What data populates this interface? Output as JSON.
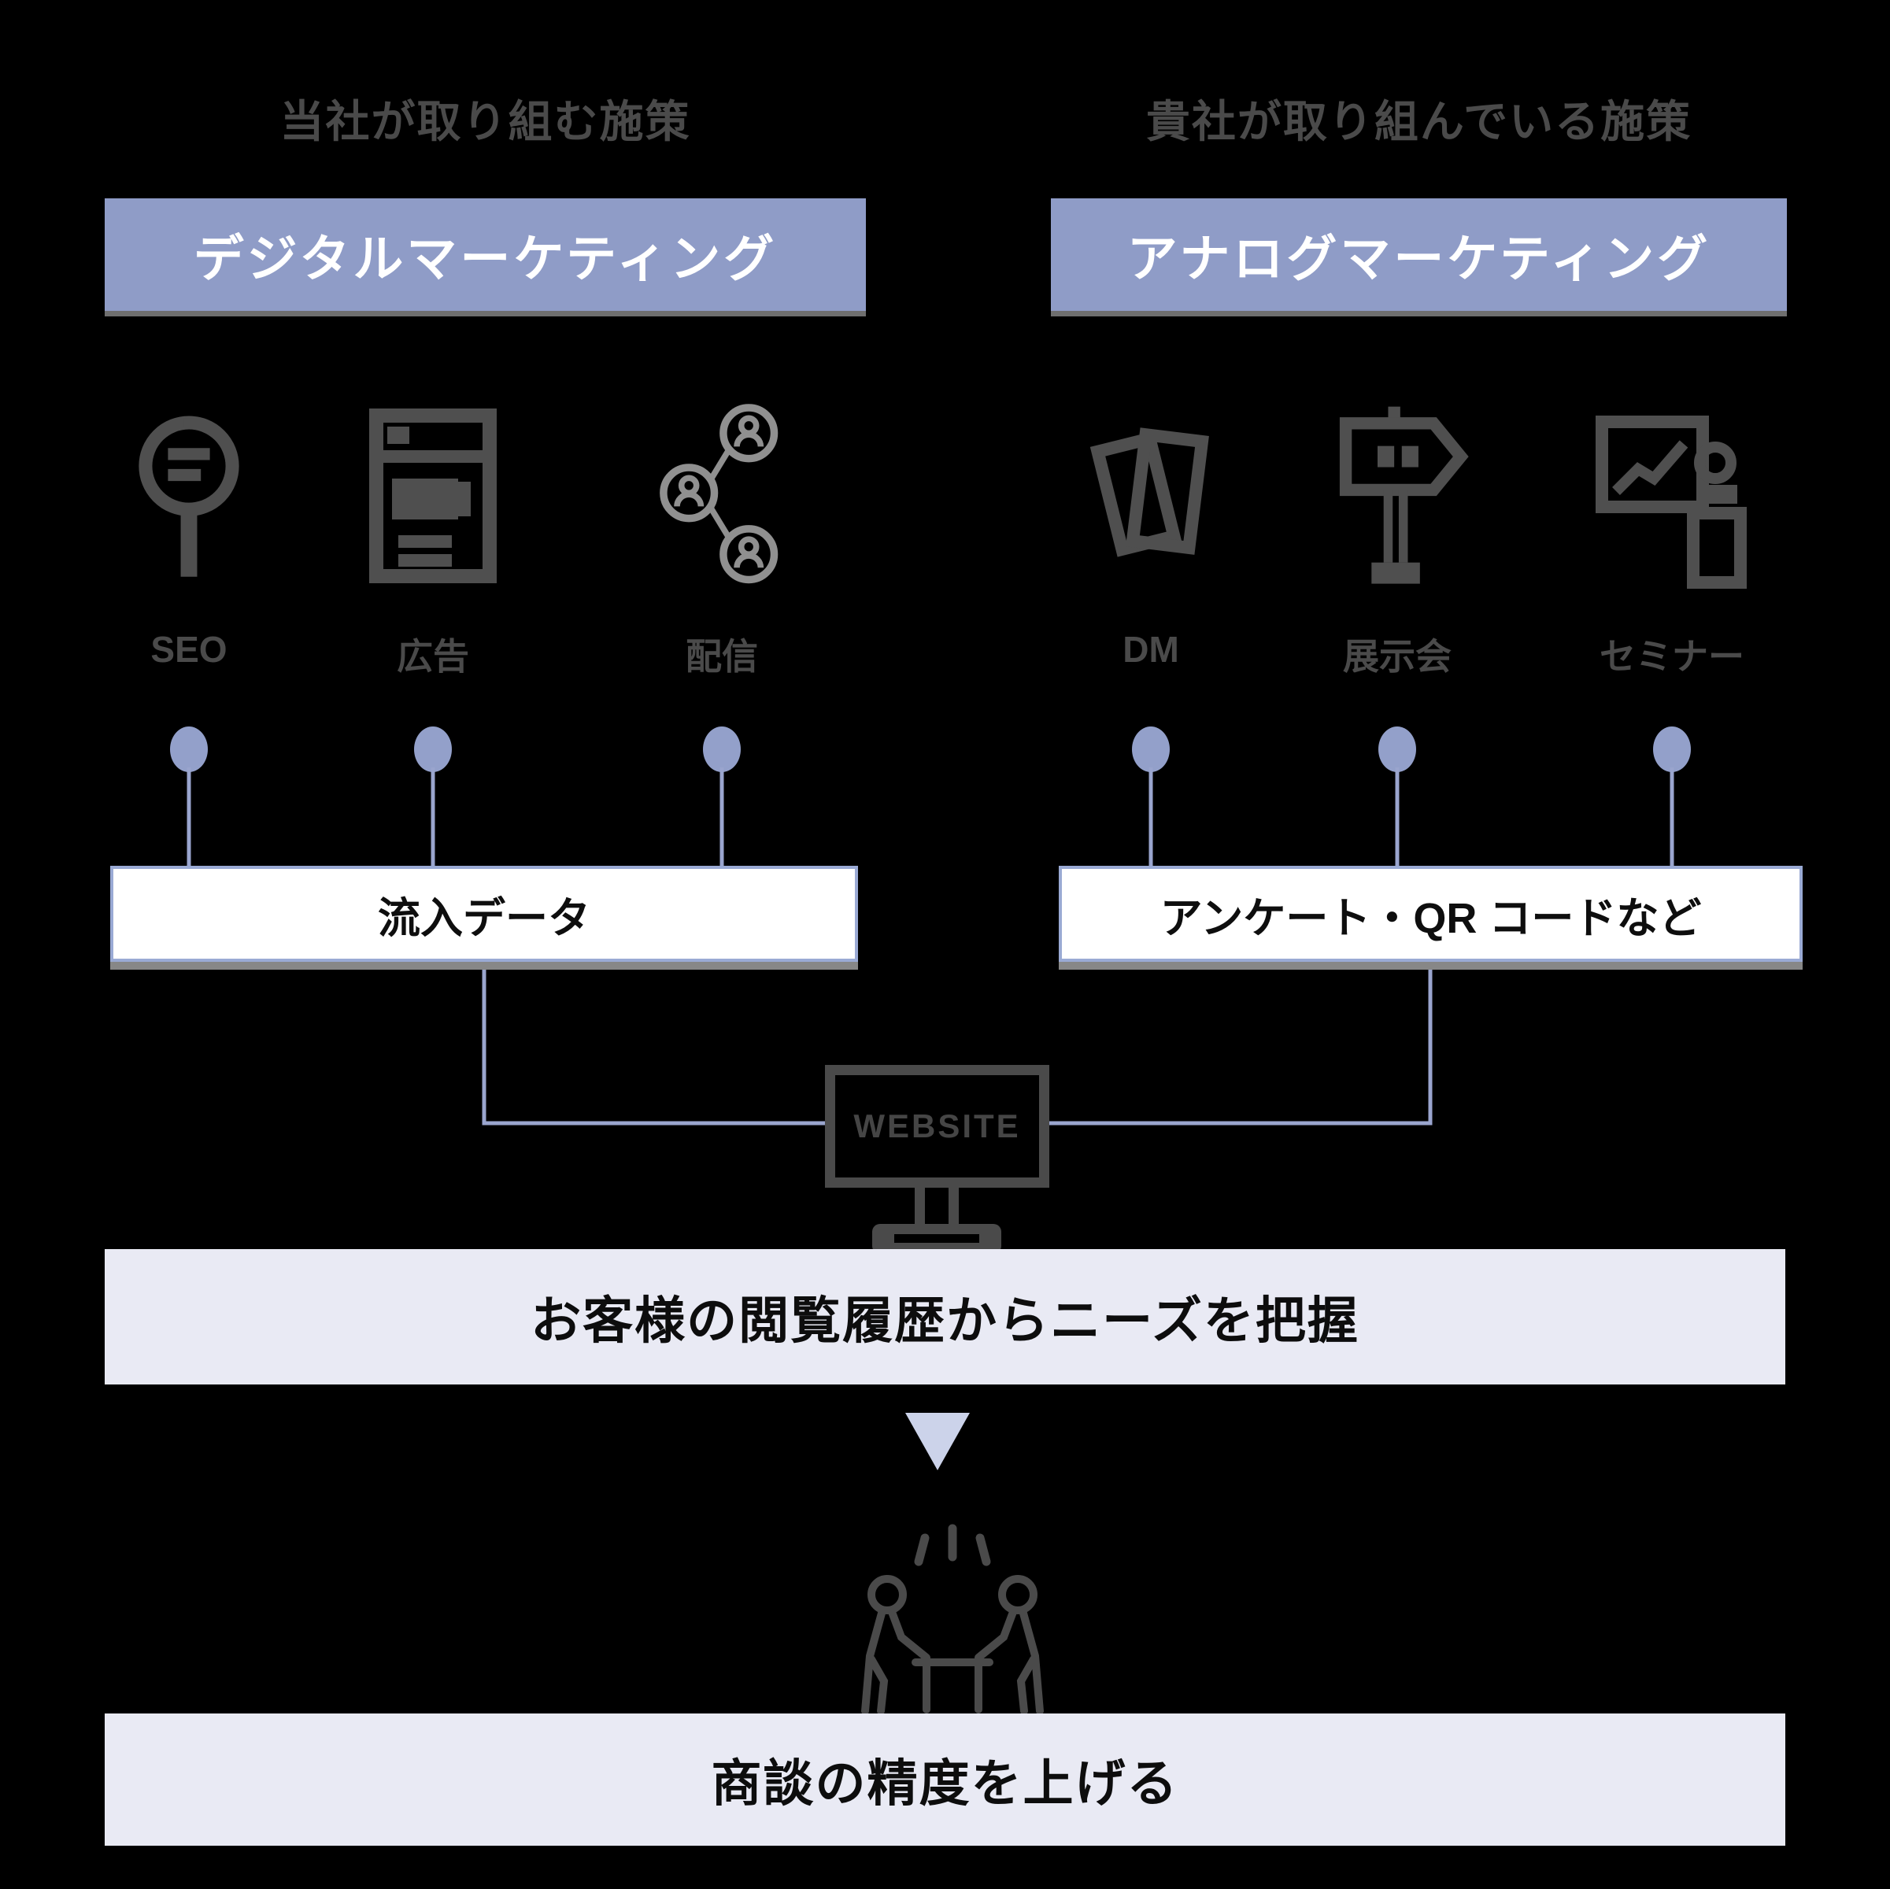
{
  "headings": {
    "left": "当社が取り組む施策",
    "right": "貴社が取り組んでいる施策"
  },
  "categories": {
    "left": {
      "title": "デジタルマーケティング",
      "items": [
        {
          "label": "SEO",
          "icon": "search-icon"
        },
        {
          "label": "広告",
          "icon": "browser-ad-icon"
        },
        {
          "label": "配信",
          "icon": "share-network-icon"
        }
      ],
      "collector": "流入データ"
    },
    "right": {
      "title": "アナログマーケティング",
      "items": [
        {
          "label": "DM",
          "icon": "direct-mail-icon"
        },
        {
          "label": "展示会",
          "icon": "signpost-icon"
        },
        {
          "label": "セミナー",
          "icon": "seminar-icon"
        }
      ],
      "collector": "アンケート・QR コードなど"
    }
  },
  "website": {
    "label": "WEBSITE",
    "icon": "monitor-icon"
  },
  "results": {
    "first": "お客様の閲覧履歴からニーズを把握",
    "second": "商談の精度を上げる"
  },
  "colors": {
    "background": "#000000",
    "category_header": "#8f9cc7",
    "connector": "#9aa5ce",
    "dot": "#93a0ca",
    "collector_border": "#9aaad4",
    "result_box": "#e9eaf4",
    "arrow": "#ccd3ea",
    "icon_dark": "#4f4f4f",
    "heading_text": "#4a4a4a"
  }
}
